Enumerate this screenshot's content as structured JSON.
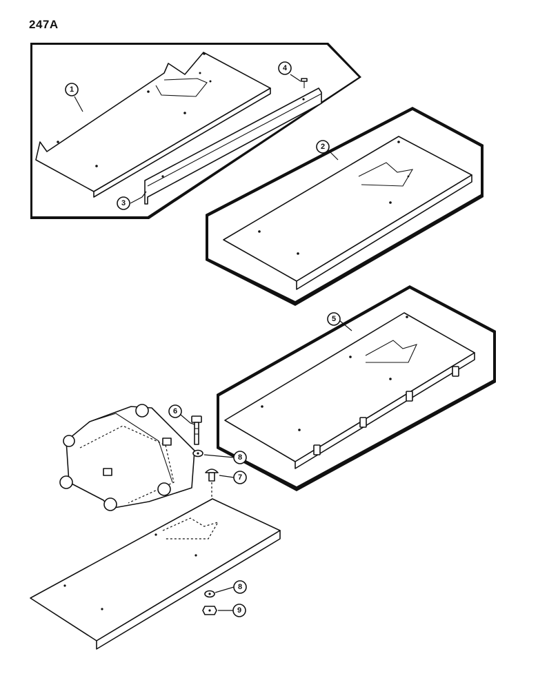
{
  "page": {
    "number": "247A"
  },
  "callouts": [
    {
      "id": "1",
      "label": "1"
    },
    {
      "id": "2",
      "label": "2"
    },
    {
      "id": "3",
      "label": "3"
    },
    {
      "id": "4",
      "label": "4"
    },
    {
      "id": "5",
      "label": "5"
    },
    {
      "id": "6",
      "label": "6"
    },
    {
      "id": "7",
      "label": "7"
    },
    {
      "id": "8a",
      "label": "8"
    },
    {
      "id": "8b",
      "label": "8"
    },
    {
      "id": "9",
      "label": "9"
    }
  ]
}
